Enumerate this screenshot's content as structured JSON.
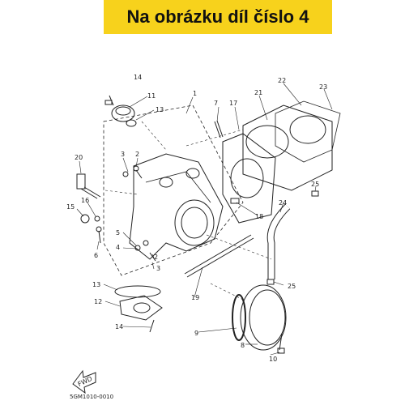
{
  "banner": {
    "title": "Na obrázku díl číslo 4",
    "bg_color": "#f7d21c"
  },
  "diagram": {
    "callouts": [
      "1",
      "2",
      "2",
      "3",
      "3",
      "4",
      "5",
      "6",
      "7",
      "8",
      "9",
      "10",
      "11",
      "12",
      "13",
      "13",
      "14",
      "14",
      "15",
      "16",
      "17",
      "18",
      "19",
      "20",
      "21",
      "22",
      "23",
      "24",
      "25",
      "25"
    ],
    "fwd_label": "FWD",
    "code": "5GM1010-0010"
  }
}
